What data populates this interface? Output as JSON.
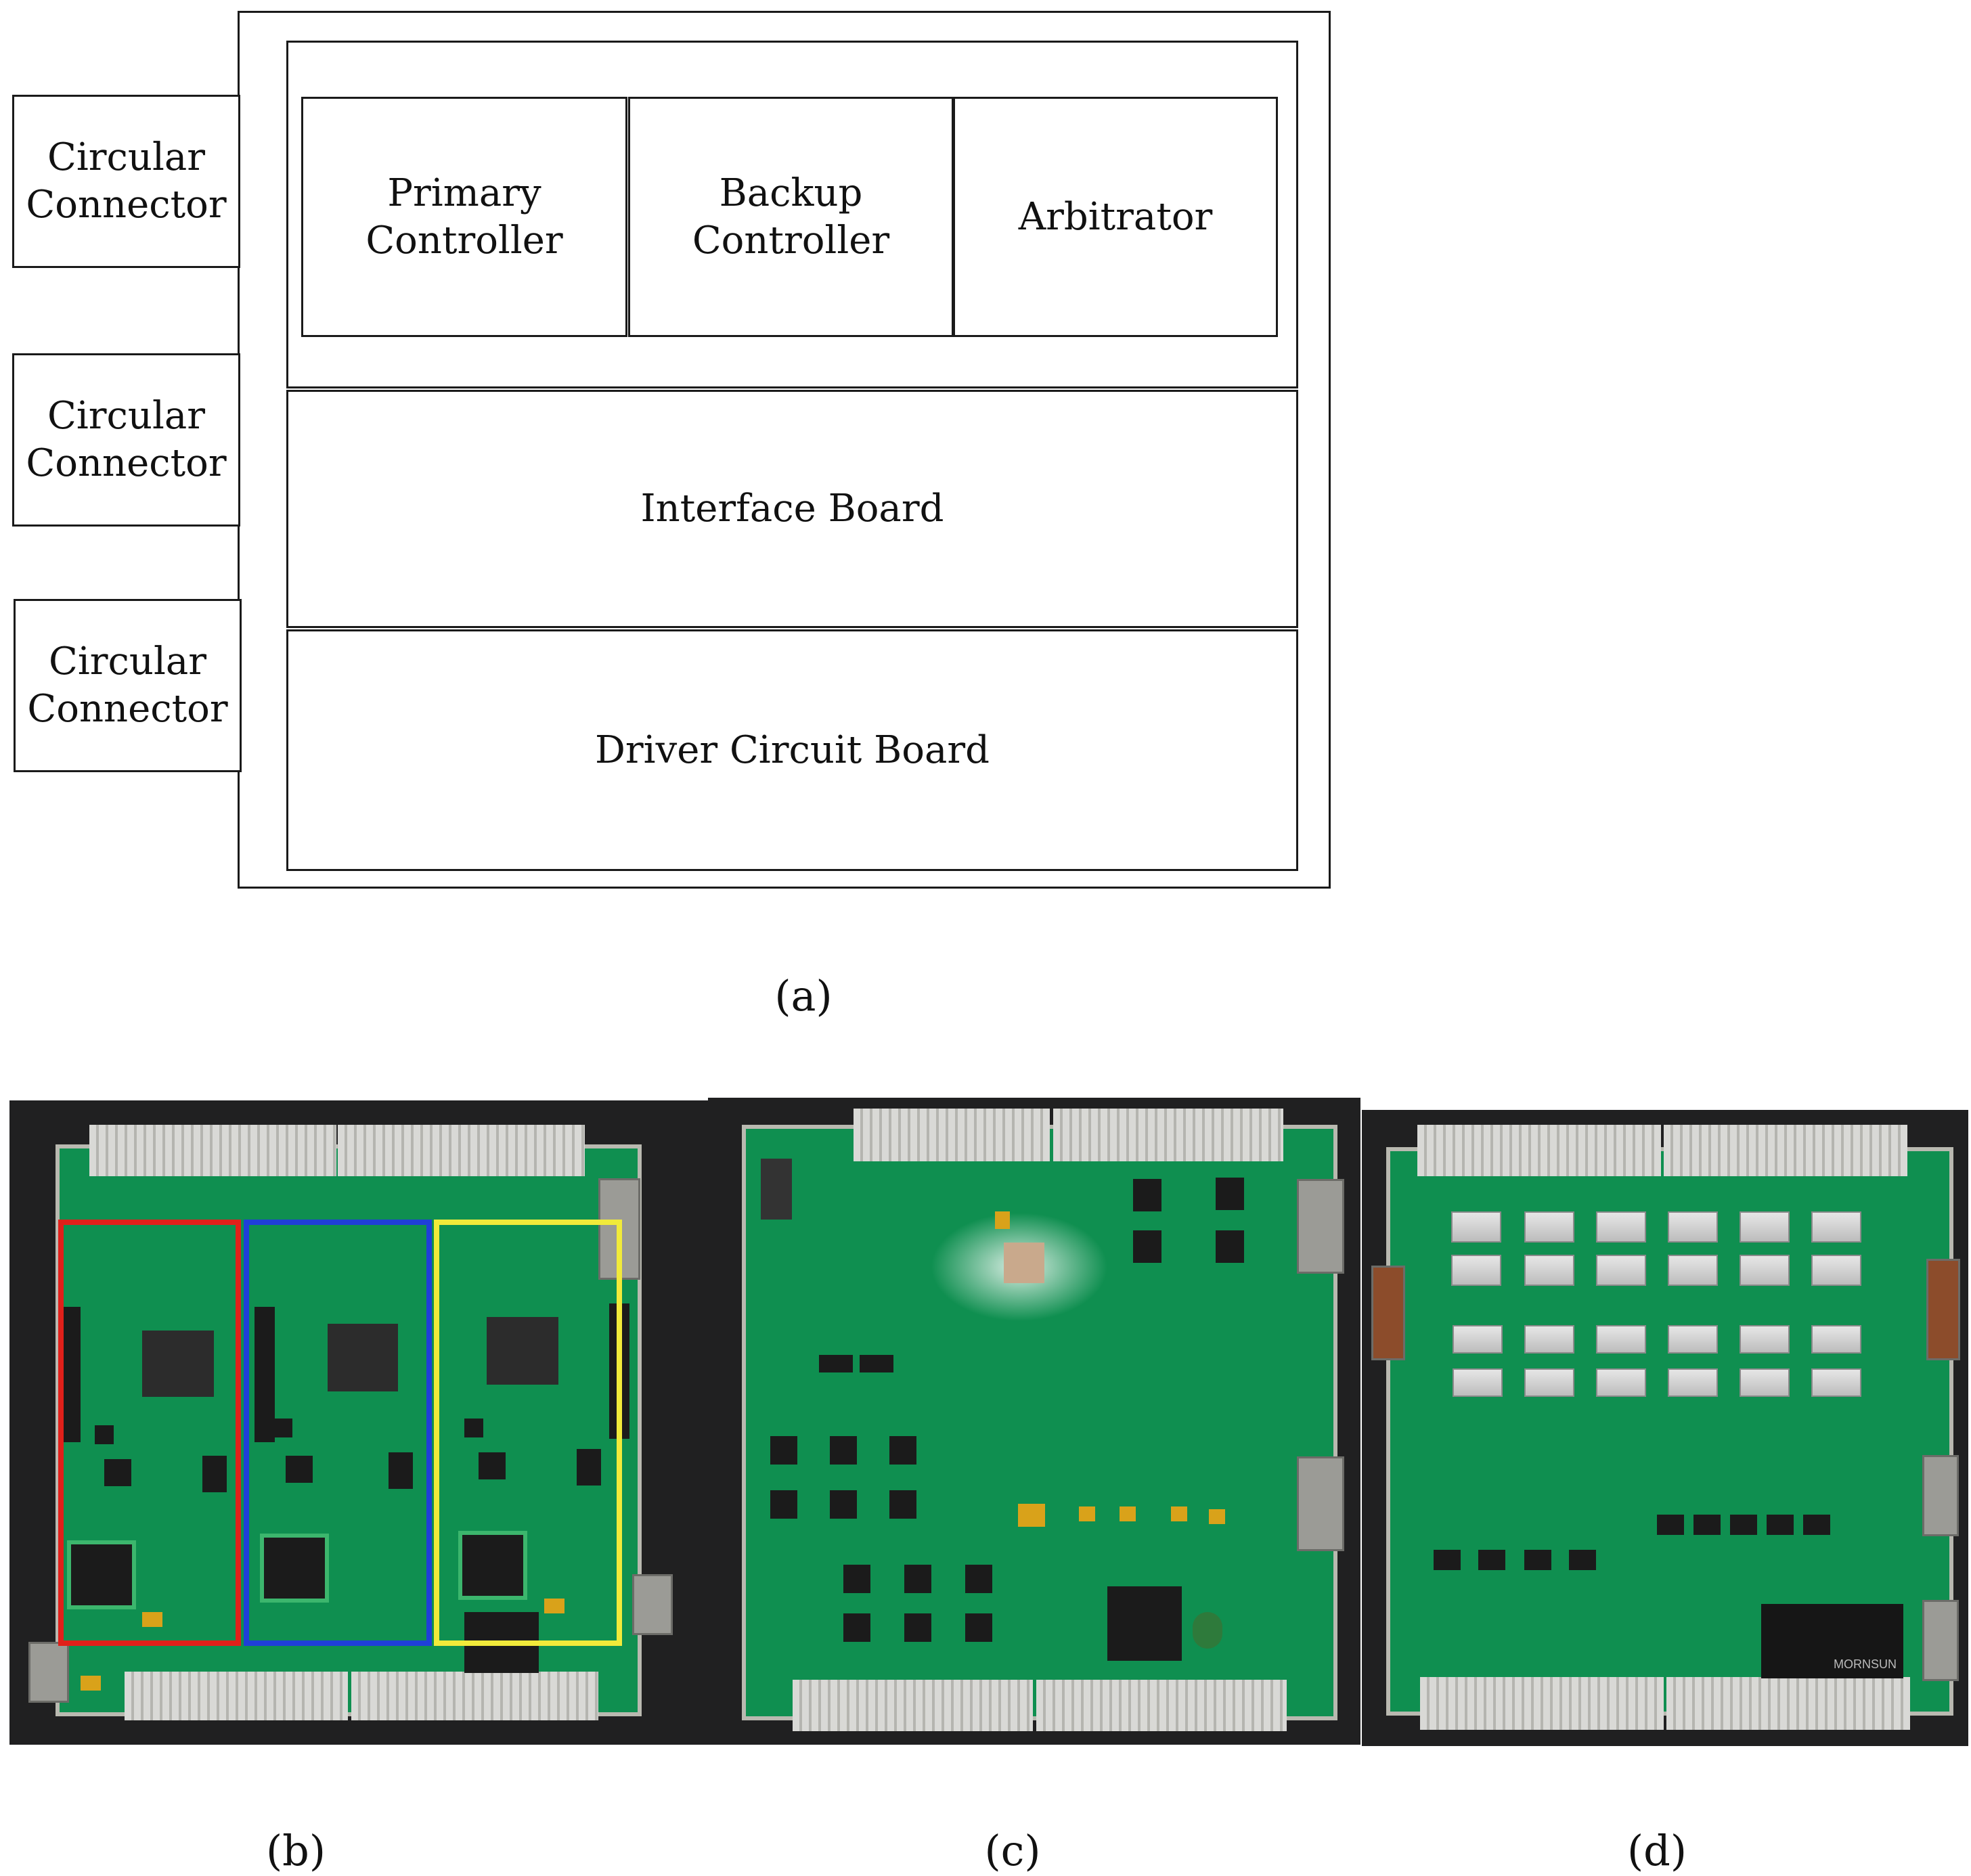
{
  "diagram": {
    "connectors": [
      "Circular\nConnector",
      "Circular\nConnector",
      "Circular\nConnector"
    ],
    "controllers": [
      "Primary\nController",
      "Backup\nController",
      "Arbitrator"
    ],
    "interface_board": "Interface Board",
    "driver_board": "Driver Circuit Board"
  },
  "captions": {
    "a": "(a)",
    "b": "(b)",
    "c": "(c)",
    "d": "(d)"
  },
  "highlight_colors": {
    "primary": "#e0201a",
    "backup": "#1f3fd8",
    "arbitrator": "#f1ea3a"
  },
  "photo_labels": {
    "power_module_brand": "MORNSUN"
  }
}
